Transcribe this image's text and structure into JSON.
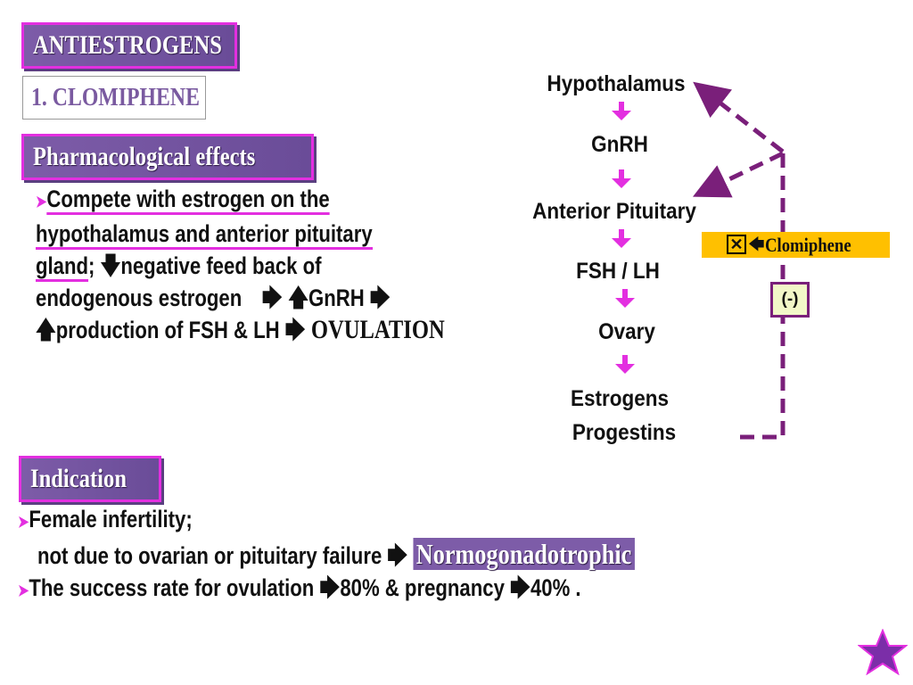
{
  "title": "ANTIESTROGENS",
  "subtitle": "1. CLOMIPHENE",
  "section_effects": "Pharmacological effects",
  "effects": {
    "line1_u": "Compete with estrogen on the",
    "line2_u": "hypothalamus and anterior pituitary",
    "line3_u": "gland",
    "line3_rest": "; ",
    "line3_tail": "negative feed back of",
    "line4_a": "endogenous estrogen",
    "line4_b": "GnRH",
    "line5_a": "production of FSH & LH",
    "line5_b": "OVULATION"
  },
  "flow": {
    "n1": "Hypothalamus",
    "n2": "GnRH",
    "n3": "Anterior Pituitary",
    "n4": "FSH / LH",
    "n5": "Ovary",
    "n6a": "Estrogens",
    "n6b": "Progestins",
    "clomiphene_label": "Clomiphene",
    "neg_label": "(-)"
  },
  "section_indication": "Indication",
  "indication": {
    "line1": "Female infertility;",
    "line2": "not due to ovarian or pituitary failure",
    "line2_term": "Normogonadotrophic",
    "line3_a": "The success rate for ovulation",
    "line3_b": "80% & pregnancy",
    "line3_c": "40% ."
  },
  "colors": {
    "accent": "#e32fe0",
    "box_purple": "#6f519c",
    "dashed": "#7a1f7a",
    "highlight": "#ffc000",
    "neg_box": "#f2f7c8"
  },
  "icons": [
    "star-icon",
    "arrow-right-icon",
    "arrow-up-icon",
    "arrow-down-icon",
    "x-box-icon"
  ]
}
